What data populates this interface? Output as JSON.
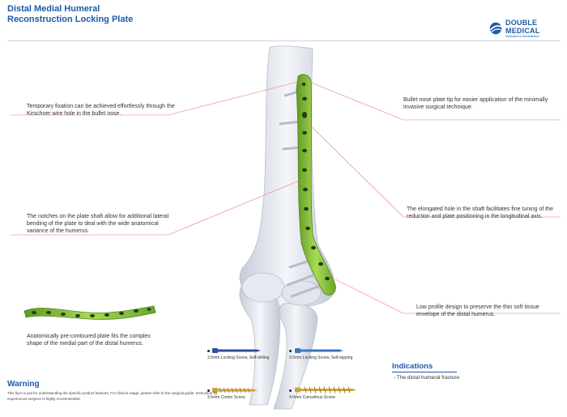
{
  "header": {
    "title_line1": "Distal Medial Humeral",
    "title_line2": "Reconstruction Locking Plate",
    "logo_name": "DOUBLE MEDICAL",
    "logo_tagline": "Dedicated to Rehabilitation",
    "logo_icon": "globe-swoosh-icon"
  },
  "notes": {
    "kirschner": "Temporary fixation can be achieved effortlessly through the Kirschner wire hole in the bullet nose.",
    "bullet_nose": "Bullet nose plate tip for easier application of the minimally invasive surgical technique.",
    "notches": "The notches on the plate shaft allow for additional lateral bending of the plate to deal with the wide anatomical variance of the humerus.",
    "elongated_hole": "The elongated hole in the shaft facilitates fine tuning of the reduction and plate positioning in the longitudinal axis.",
    "low_profile": "Low profile design to preserve the thin soft tissue envelope of the distal humerus.",
    "pre_contoured": "Anatomically pre-contoured plate fits the complex shape of the medial part of the distal humerus."
  },
  "screws": [
    {
      "label": "3.5mm Locking Screw, Self-drilling",
      "color": "#2e4fa3"
    },
    {
      "label": "3.5mm Locking Screw, Self-tapping",
      "color": "#3d74c4"
    },
    {
      "label": "3.5mm Cortex Screw",
      "color": "#c9a53c"
    },
    {
      "label": "4.0mm Cancellous Screw",
      "color": "#c9a53c"
    }
  ],
  "indications": {
    "title": "Indications",
    "items": [
      "- The distal humeral fracture"
    ]
  },
  "warning": {
    "title": "Warning",
    "text": "This flyer is just for understanding the specific product features. For clinical usage, please refer to the surgical guide. Instruction by experienced surgeon is highly recommended."
  },
  "colors": {
    "brand_blue": "#1e5aa8",
    "plate_green": "#8cc63f",
    "leader_red": "#e8797b"
  }
}
